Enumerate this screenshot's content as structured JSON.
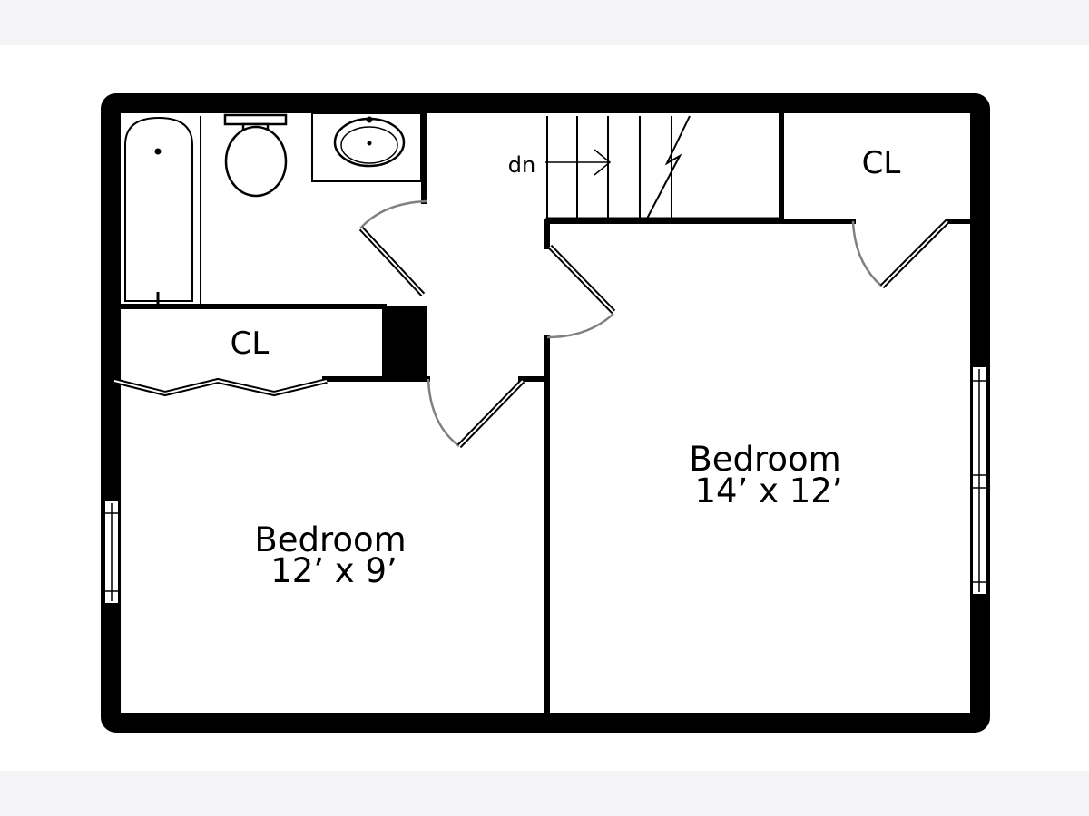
{
  "floorplan": {
    "colors": {
      "background": "#f5f5f7",
      "sheet": "#ffffff",
      "wall": "#000000",
      "door_swing": "#808080"
    },
    "stair_label": "dn",
    "closets": {
      "top_right": "CL",
      "left": "CL"
    },
    "rooms": [
      {
        "name": "Bedroom",
        "size": "14’ x 12’"
      },
      {
        "name": "Bedroom",
        "size": "12’ x 9’"
      }
    ]
  }
}
